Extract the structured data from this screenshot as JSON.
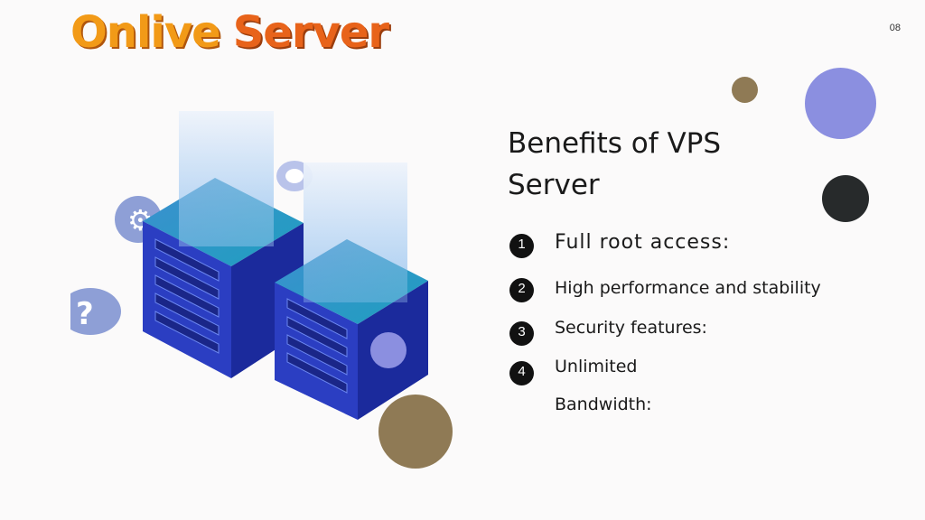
{
  "brand": {
    "word1": "Onlive",
    "word2": "Server"
  },
  "page_number": "08",
  "title": "Benefits of VPS Server",
  "benefits": [
    {
      "num": "1",
      "text": "Full root access:"
    },
    {
      "num": "2",
      "text": "High performance and stability"
    },
    {
      "num": "3",
      "text": "Security features:"
    },
    {
      "num": "4",
      "text": "Unlimited",
      "text2": "Bandwidth:"
    }
  ],
  "colors": {
    "accent_brown": "#8f7a55",
    "accent_periwinkle": "#8b8fe0",
    "accent_dark": "#272a2b",
    "server_blue": "#2b3ec2"
  }
}
